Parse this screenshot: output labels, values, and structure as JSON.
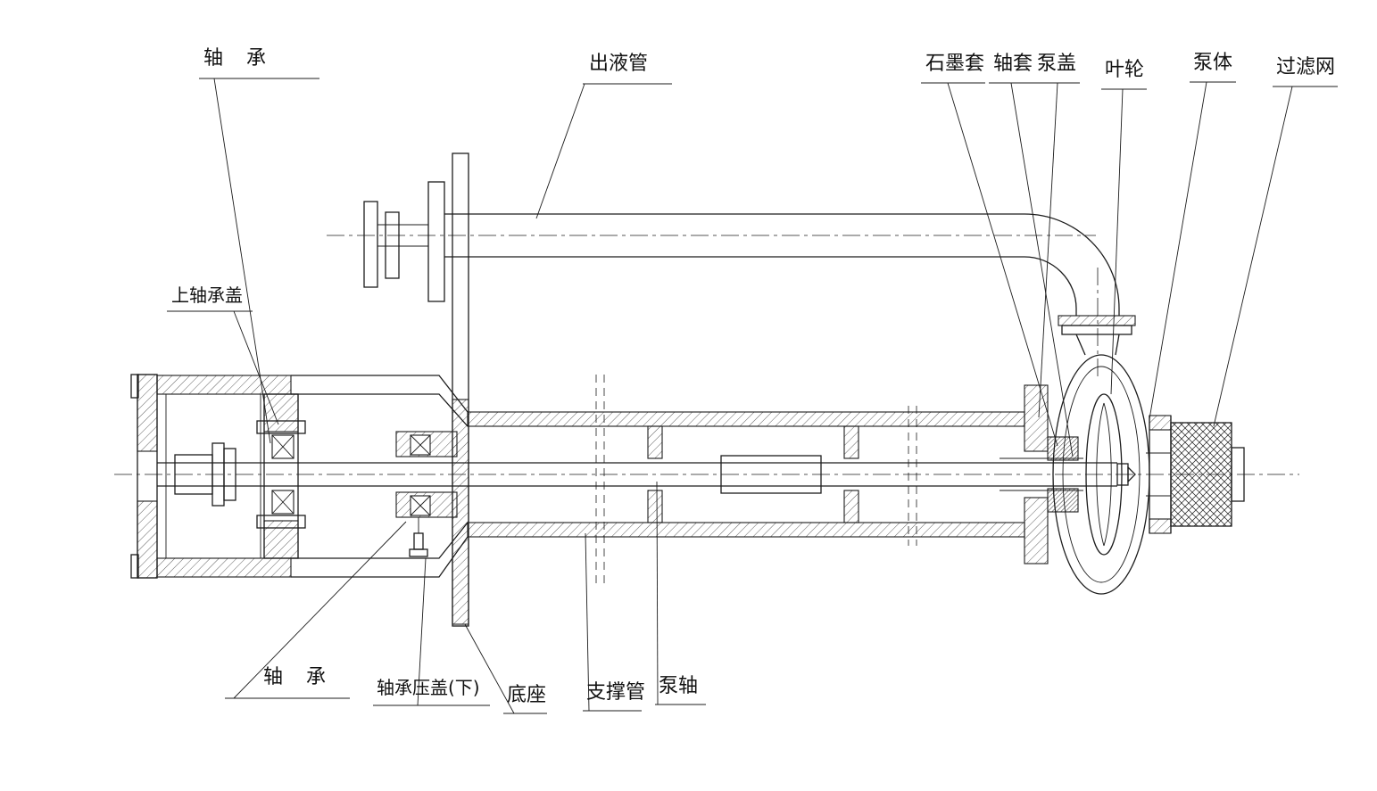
{
  "colors": {
    "line": "#1c1c1c",
    "background": "#ffffff"
  },
  "labels": {
    "bearing_top": "轴承",
    "upper_bearing_cover": "上轴承盖",
    "discharge_pipe": "出液管",
    "graphite_sleeve": "石墨套",
    "shaft_sleeve": "轴套",
    "pump_cover": "泵盖",
    "impeller": "叶轮",
    "pump_body": "泵体",
    "filter_screen": "过滤网",
    "bearing_bottom": "轴承",
    "bearing_gland_lower": "轴承压盖(下)",
    "base": "底座",
    "support_pipe": "支撑管",
    "pump_shaft": "泵轴"
  }
}
